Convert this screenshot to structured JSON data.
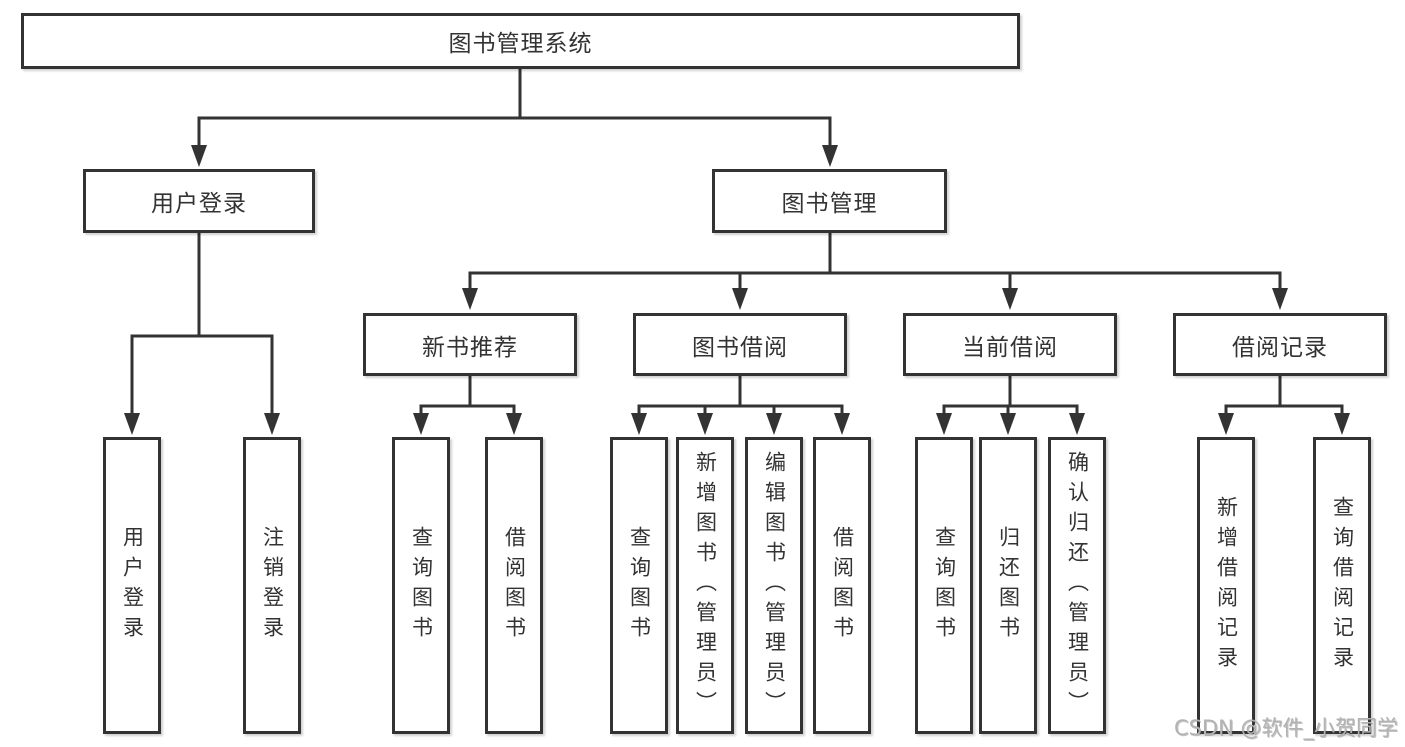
{
  "tree": {
    "root": "图书管理系统",
    "children": [
      {
        "label": "用户登录",
        "children": [
          "用户登录",
          "注销登录"
        ]
      },
      {
        "label": "图书管理",
        "children": [
          {
            "label": "新书推荐",
            "children": [
              "查询图书",
              "借阅图书"
            ]
          },
          {
            "label": "图书借阅",
            "children": [
              "查询图书",
              "新增图书（管理员）",
              "编辑图书（管理员）",
              "借阅图书"
            ]
          },
          {
            "label": "当前借阅",
            "children": [
              "查询图书",
              "归还图书",
              "确认归还（管理员）"
            ]
          },
          {
            "label": "借阅记录",
            "children": [
              "新增借阅记录",
              "查询借阅记录"
            ]
          }
        ]
      }
    ]
  },
  "watermark": {
    "text": "CSDN @软件_小贺同学"
  },
  "colors": {
    "line": "#333333",
    "text": "#333333",
    "background": "#ffffff",
    "watermark": "#b3b3b3"
  }
}
